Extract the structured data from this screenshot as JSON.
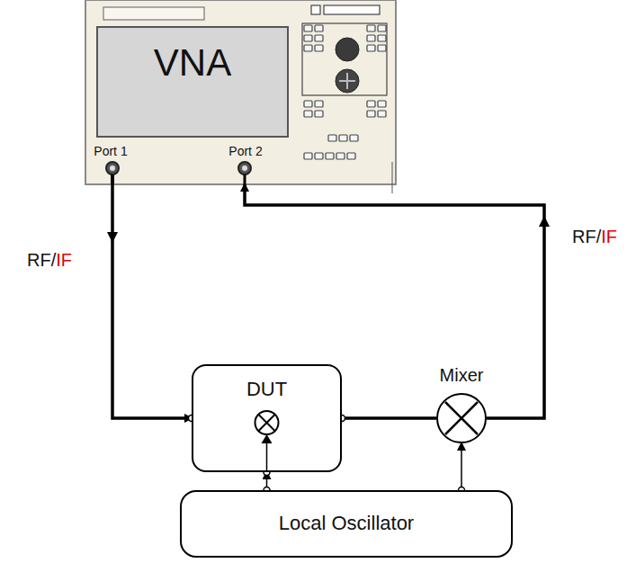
{
  "diagram": {
    "nodes": [
      {
        "text": [
          "VNA",
          "Port 1",
          "Port 2"
        ]
      },
      {
        "text": [
          "DUT"
        ]
      },
      {
        "text": [
          "Mixer"
        ]
      },
      {
        "text": [
          "Local Oscillator"
        ]
      }
    ],
    "edges": [
      {
        "from": 0,
        "to": 1,
        "arrow": "to"
      },
      {
        "from": 1,
        "to": 2,
        "arrow": "none"
      },
      {
        "from": 2,
        "to": 0,
        "arrow": "to"
      },
      {
        "from": 3,
        "to": 1,
        "arrow": "to"
      },
      {
        "from": 3,
        "to": 2,
        "arrow": "to"
      }
    ],
    "labels": [
      "RF/",
      "IF",
      "RF/",
      "IF"
    ]
  }
}
